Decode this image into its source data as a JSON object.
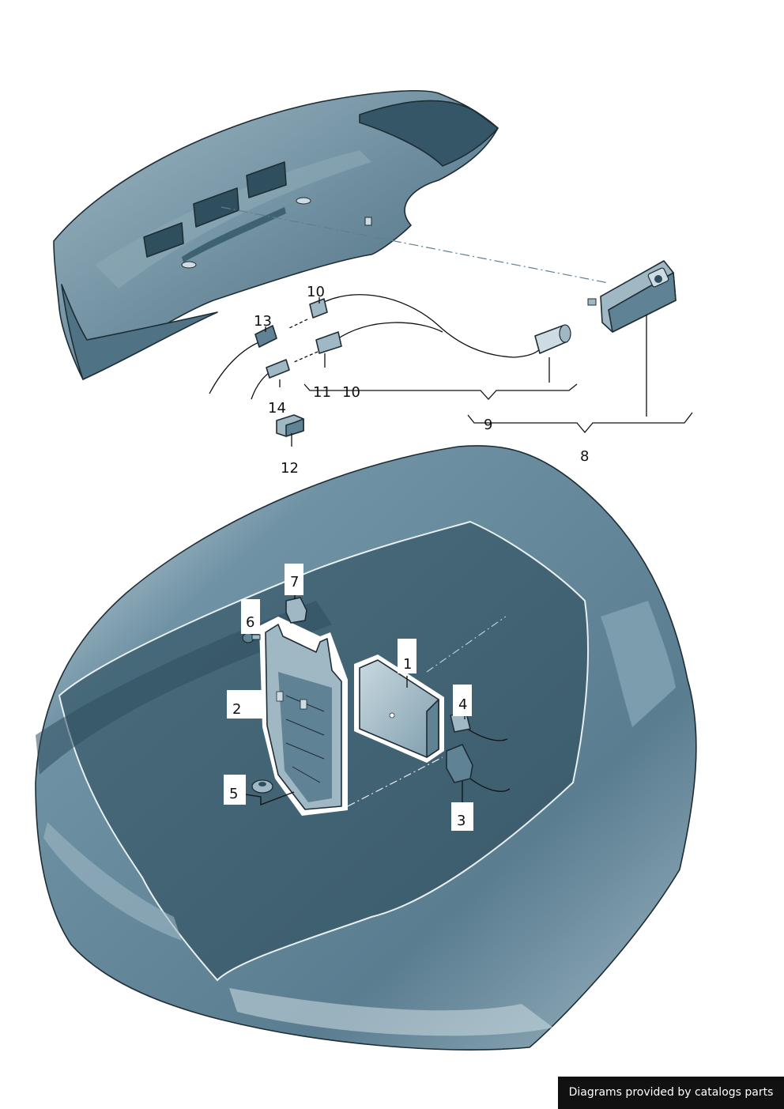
{
  "callouts": {
    "c1": "1",
    "c2": "2",
    "c3": "3",
    "c4": "4",
    "c5": "5",
    "c6": "6",
    "c7": "7",
    "c8": "8",
    "c9": "9",
    "c10a": "10",
    "c10b": "10",
    "c11": "11",
    "c12": "12",
    "c13": "13",
    "c14": "14"
  },
  "credit": "Diagrams provided by catalogs parts",
  "colors": {
    "body": "#5f8295",
    "body_light": "#a9c1cc",
    "body_dark": "#2f4f5f",
    "outline": "#1e2c34",
    "floor": "#3d5e6e"
  },
  "icons": {
    "camera": "rear-view-camera-icon",
    "control_unit": "control-unit-icon"
  }
}
